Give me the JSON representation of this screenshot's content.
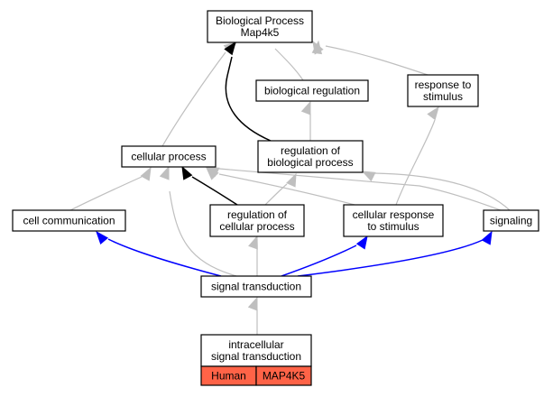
{
  "graph": {
    "nodes": [
      {
        "id": "bp",
        "name": "node-biological-process",
        "lines": [
          "Biological Process",
          "Map4k5"
        ]
      },
      {
        "id": "breg",
        "name": "node-biological-regulation",
        "lines": [
          "biological regulation"
        ]
      },
      {
        "id": "resp",
        "name": "node-response-to-stimulus",
        "lines": [
          "response to",
          "stimulus"
        ]
      },
      {
        "id": "cp",
        "name": "node-cellular-process",
        "lines": [
          "cellular process"
        ]
      },
      {
        "id": "regbp",
        "name": "node-regulation-of-biological-process",
        "lines": [
          "regulation of",
          "biological process"
        ]
      },
      {
        "id": "cc",
        "name": "node-cell-communication",
        "lines": [
          "cell communication"
        ]
      },
      {
        "id": "regcp",
        "name": "node-regulation-of-cellular-process",
        "lines": [
          "regulation of",
          "cellular process"
        ]
      },
      {
        "id": "crs",
        "name": "node-cellular-response-to-stimulus",
        "lines": [
          "cellular response",
          "to stimulus"
        ]
      },
      {
        "id": "sig",
        "name": "node-signaling",
        "lines": [
          "signaling"
        ]
      },
      {
        "id": "st",
        "name": "node-signal-transduction",
        "lines": [
          "signal transduction"
        ]
      },
      {
        "id": "ist",
        "name": "node-intracellular-signal-transduction",
        "lines": [
          "intracellular",
          "signal transduction"
        ]
      }
    ],
    "annotation_cells": [
      {
        "name": "annotation-species-cell",
        "label": "Human",
        "fill": "#ff6347"
      },
      {
        "name": "annotation-gene-cell",
        "label": "MAP4K5",
        "fill": "#ff6347"
      }
    ],
    "edges": [
      {
        "from": "breg",
        "to": "bp",
        "kind": "is_a"
      },
      {
        "from": "resp",
        "to": "bp",
        "kind": "is_a"
      },
      {
        "from": "cp",
        "to": "bp",
        "kind": "is_a"
      },
      {
        "from": "regbp",
        "to": "bp",
        "kind": "regulates"
      },
      {
        "from": "regbp",
        "to": "breg",
        "kind": "is_a"
      },
      {
        "from": "cc",
        "to": "cp",
        "kind": "is_a"
      },
      {
        "from": "regcp",
        "to": "cp",
        "kind": "regulates"
      },
      {
        "from": "regcp",
        "to": "regbp",
        "kind": "is_a"
      },
      {
        "from": "crs",
        "to": "cp",
        "kind": "is_a"
      },
      {
        "from": "crs",
        "to": "resp",
        "kind": "is_a"
      },
      {
        "from": "sig",
        "to": "cp",
        "kind": "is_a"
      },
      {
        "from": "sig",
        "to": "regbp",
        "kind": "is_a"
      },
      {
        "from": "st",
        "to": "cp",
        "kind": "is_a"
      },
      {
        "from": "st",
        "to": "regcp",
        "kind": "is_a"
      },
      {
        "from": "st",
        "to": "cc",
        "kind": "part_of"
      },
      {
        "from": "st",
        "to": "crs",
        "kind": "part_of"
      },
      {
        "from": "st",
        "to": "sig",
        "kind": "part_of"
      },
      {
        "from": "ist",
        "to": "st",
        "kind": "is_a"
      }
    ],
    "edge_colors": {
      "is_a": "#bfbfbf",
      "regulates": "#000000",
      "part_of": "#0000ff"
    }
  }
}
